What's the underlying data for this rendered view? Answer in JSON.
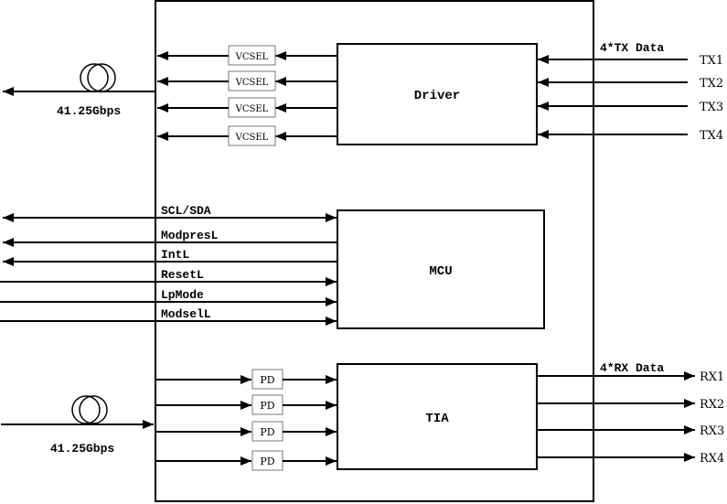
{
  "tx": {
    "rate_label": "41.25Gbps",
    "vcsel_label": "VCSEL",
    "driver_label": "Driver",
    "data_label": "4*TX Data",
    "channels": [
      "TX1",
      "TX2",
      "TX3",
      "TX4"
    ]
  },
  "mcu": {
    "label": "MCU",
    "signals": [
      {
        "name": "SCL/SDA",
        "direction": "bidirectional"
      },
      {
        "name": "ModpresL",
        "direction": "out"
      },
      {
        "name": "IntL",
        "direction": "out"
      },
      {
        "name": "ResetL",
        "direction": "in"
      },
      {
        "name": "LpMode",
        "direction": "in"
      },
      {
        "name": "ModselL",
        "direction": "in"
      }
    ]
  },
  "rx": {
    "rate_label": "41.25Gbps",
    "pd_label": "PD",
    "tia_label": "TIA",
    "data_label": "4*RX Data",
    "channels": [
      "RX1",
      "RX2",
      "RX3",
      "RX4"
    ]
  }
}
